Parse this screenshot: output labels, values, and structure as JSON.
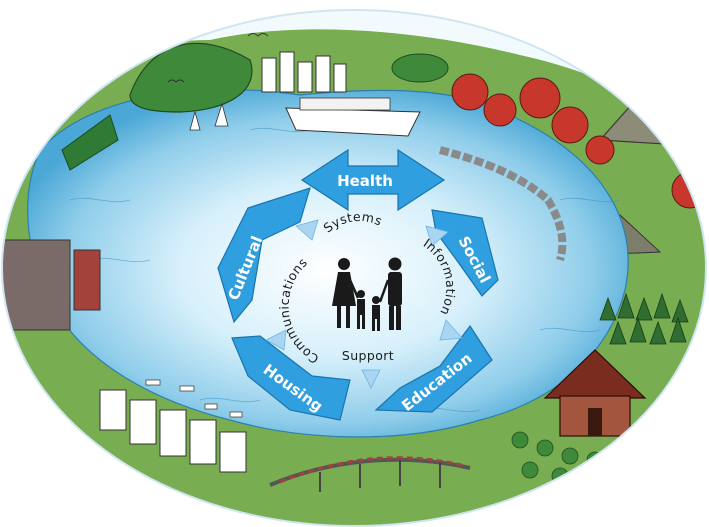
{
  "colors": {
    "sea_light": "#eaf7fd",
    "sea_mid": "#9fd6ef",
    "sea_deep": "#3a9fd4",
    "land": "#6ea24a",
    "arrow": "#2f9fe0",
    "arrow_inner": "#a9d5f3",
    "pohutukawa": "#c8372b"
  },
  "diagram": {
    "cycle": [
      {
        "key": "health",
        "label": "Health"
      },
      {
        "key": "social",
        "label": "Social"
      },
      {
        "key": "education",
        "label": "Education"
      },
      {
        "key": "housing",
        "label": "Housing"
      },
      {
        "key": "cultural",
        "label": "Cultural"
      }
    ],
    "center_ring": [
      {
        "key": "systems",
        "label": "Systems"
      },
      {
        "key": "information",
        "label": "Information"
      },
      {
        "key": "support",
        "label": "Support"
      },
      {
        "key": "communications",
        "label": "Communications"
      }
    ],
    "center_icon": "family-silhouette-icon"
  }
}
